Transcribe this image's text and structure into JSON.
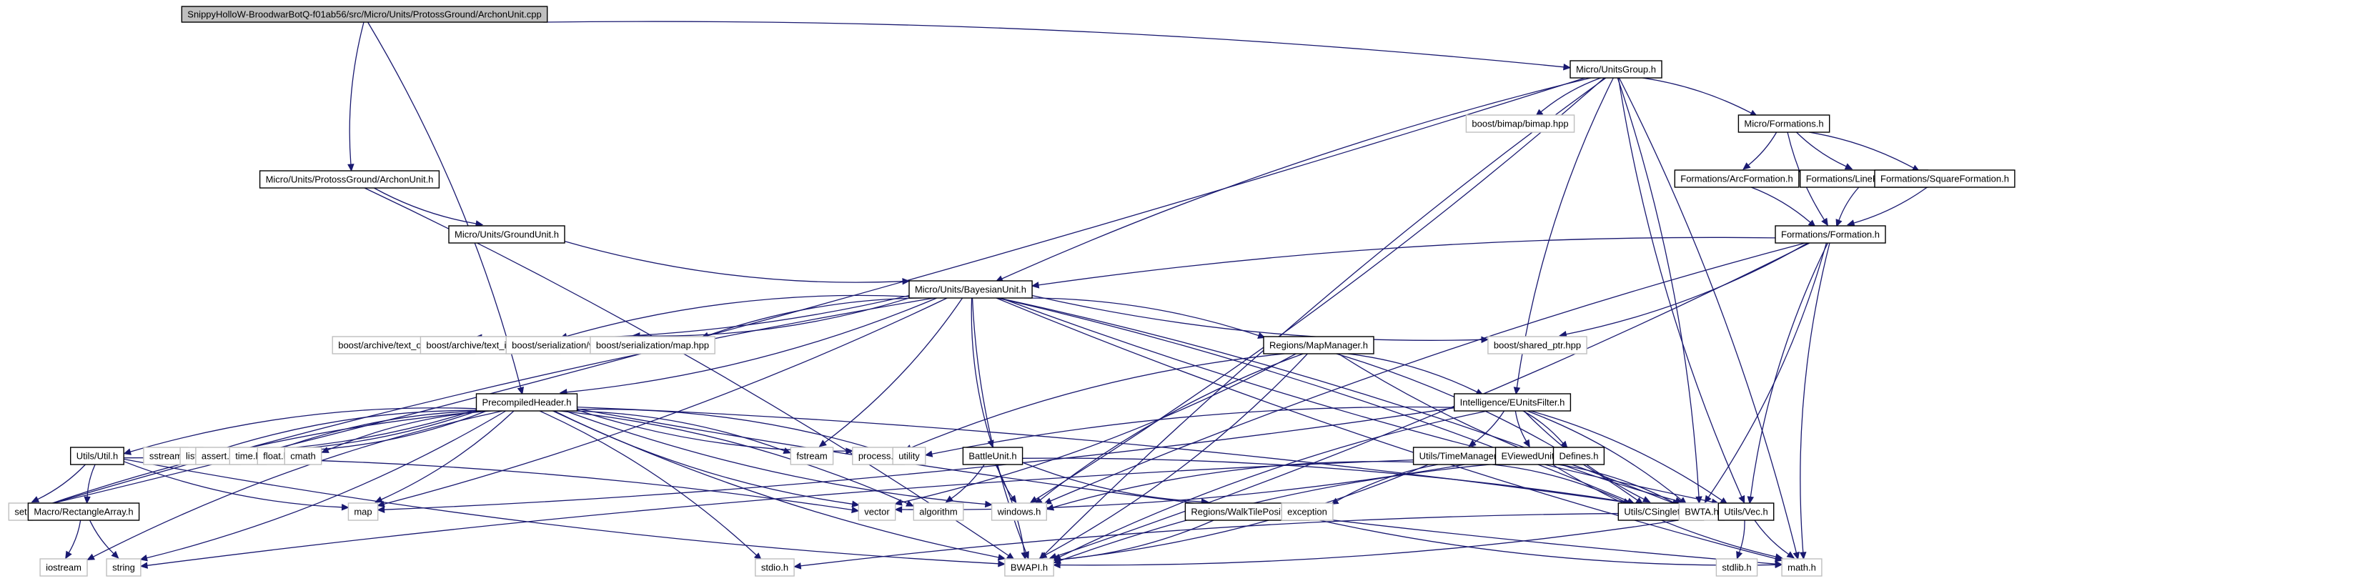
{
  "title": "Include dependency graph for ArchonUnit.cpp",
  "colors": {
    "edge": "#191970",
    "root_fill": "#bfbfbf",
    "project_border": "#000000",
    "external_border": "#bfbfbf"
  },
  "nodes": [
    {
      "id": "root",
      "label": "SnippyHolloW-BroodwarBotQ-f01ab56/src/Micro/Units/ProtossGround/ArchonUnit.cpp",
      "kind": "root"
    },
    {
      "id": "unitsgroup",
      "label": "Micro/UnitsGroup.h",
      "kind": "project"
    },
    {
      "id": "archonh",
      "label": "Micro/Units/ProtossGround/ArchonUnit.h",
      "kind": "project"
    },
    {
      "id": "bimap",
      "label": "boost/bimap/bimap.hpp",
      "kind": "external"
    },
    {
      "id": "formations",
      "label": "Micro/Formations.h",
      "kind": "project"
    },
    {
      "id": "groundunit",
      "label": "Micro/Units/GroundUnit.h",
      "kind": "project"
    },
    {
      "id": "arcform",
      "label": "Formations/ArcFormation.h",
      "kind": "project"
    },
    {
      "id": "lineform",
      "label": "Formations/LineFormation.h",
      "kind": "project"
    },
    {
      "id": "squareform",
      "label": "Formations/SquareFormation.h",
      "kind": "project"
    },
    {
      "id": "formation",
      "label": "Formations/Formation.h",
      "kind": "project"
    },
    {
      "id": "bayesian",
      "label": "Micro/Units/BayesianUnit.h",
      "kind": "project"
    },
    {
      "id": "oarchive",
      "label": "boost/archive/text_oarchive.hpp",
      "kind": "external"
    },
    {
      "id": "iarchive",
      "label": "boost/archive/text_iarchive.hpp",
      "kind": "external"
    },
    {
      "id": "servector",
      "label": "boost/serialization/vector.hpp",
      "kind": "external"
    },
    {
      "id": "sermap",
      "label": "boost/serialization/map.hpp",
      "kind": "external"
    },
    {
      "id": "mapmanager",
      "label": "Regions/MapManager.h",
      "kind": "project"
    },
    {
      "id": "sharedptr",
      "label": "boost/shared_ptr.hpp",
      "kind": "external"
    },
    {
      "id": "precomp",
      "label": "PrecompiledHeader.h",
      "kind": "project"
    },
    {
      "id": "eunitsfilter",
      "label": "Intelligence/EUnitsFilter.h",
      "kind": "project"
    },
    {
      "id": "utilsutil",
      "label": "Utils/Util.h",
      "kind": "project"
    },
    {
      "id": "sstream",
      "label": "sstream",
      "kind": "external"
    },
    {
      "id": "list",
      "label": "list",
      "kind": "external"
    },
    {
      "id": "asserth",
      "label": "assert.h",
      "kind": "external"
    },
    {
      "id": "timeh",
      "label": "time.h",
      "kind": "external"
    },
    {
      "id": "floath",
      "label": "float.h",
      "kind": "external"
    },
    {
      "id": "cmath",
      "label": "cmath",
      "kind": "external"
    },
    {
      "id": "fstream",
      "label": "fstream",
      "kind": "external"
    },
    {
      "id": "processh",
      "label": "process.h",
      "kind": "external"
    },
    {
      "id": "utility",
      "label": "utility",
      "kind": "external"
    },
    {
      "id": "battleunit",
      "label": "BattleUnit.h",
      "kind": "project"
    },
    {
      "id": "timemanager",
      "label": "Utils/TimeManager.h",
      "kind": "project"
    },
    {
      "id": "eviewedunit",
      "label": "EViewedUnit.h",
      "kind": "project"
    },
    {
      "id": "definesh",
      "label": "Defines.h",
      "kind": "project"
    },
    {
      "id": "set",
      "label": "set",
      "kind": "external"
    },
    {
      "id": "rectarray",
      "label": "Macro/RectangleArray.h",
      "kind": "project"
    },
    {
      "id": "map",
      "label": "map",
      "kind": "external"
    },
    {
      "id": "vector",
      "label": "vector",
      "kind": "external"
    },
    {
      "id": "algorithm",
      "label": "algorithm",
      "kind": "external"
    },
    {
      "id": "windowsh",
      "label": "windows.h",
      "kind": "external"
    },
    {
      "id": "walktile",
      "label": "Regions/WalkTilePosition.h",
      "kind": "project"
    },
    {
      "id": "exception",
      "label": "exception",
      "kind": "external"
    },
    {
      "id": "csingleton",
      "label": "Utils/CSingleton.h",
      "kind": "project"
    },
    {
      "id": "bwtah",
      "label": "BWTA.h",
      "kind": "external"
    },
    {
      "id": "utilsvec",
      "label": "Utils/Vec.h",
      "kind": "project"
    },
    {
      "id": "iostream",
      "label": "iostream",
      "kind": "external"
    },
    {
      "id": "string",
      "label": "string",
      "kind": "external"
    },
    {
      "id": "stdioh",
      "label": "stdio.h",
      "kind": "external"
    },
    {
      "id": "bwapih",
      "label": "BWAPI.h",
      "kind": "external"
    },
    {
      "id": "stdlibh",
      "label": "stdlib.h",
      "kind": "external"
    },
    {
      "id": "mathh",
      "label": "math.h",
      "kind": "external"
    }
  ],
  "edges": [
    [
      "root",
      "unitsgroup"
    ],
    [
      "root",
      "archonh"
    ],
    [
      "root",
      "precomp"
    ],
    [
      "unitsgroup",
      "bimap"
    ],
    [
      "unitsgroup",
      "formations"
    ],
    [
      "unitsgroup",
      "bayesian"
    ],
    [
      "unitsgroup",
      "set"
    ],
    [
      "unitsgroup",
      "bwapih"
    ],
    [
      "unitsgroup",
      "windowsh"
    ],
    [
      "unitsgroup",
      "eunitsfilter"
    ],
    [
      "unitsgroup",
      "bwtah"
    ],
    [
      "unitsgroup",
      "utilsvec"
    ],
    [
      "unitsgroup",
      "mathh"
    ],
    [
      "archonh",
      "groundunit"
    ],
    [
      "archonh",
      "bwapih"
    ],
    [
      "groundunit",
      "bayesian"
    ],
    [
      "formations",
      "arcform"
    ],
    [
      "formations",
      "lineform"
    ],
    [
      "formations",
      "squareform"
    ],
    [
      "formations",
      "formation"
    ],
    [
      "arcform",
      "formation"
    ],
    [
      "lineform",
      "formation"
    ],
    [
      "squareform",
      "formation"
    ],
    [
      "formation",
      "bayesian"
    ],
    [
      "formation",
      "sharedptr"
    ],
    [
      "formation",
      "windowsh"
    ],
    [
      "formation",
      "bwtah"
    ],
    [
      "formation",
      "utilsvec"
    ],
    [
      "formation",
      "bwapih"
    ],
    [
      "formation",
      "mathh"
    ],
    [
      "bayesian",
      "oarchive"
    ],
    [
      "bayesian",
      "iarchive"
    ],
    [
      "bayesian",
      "servector"
    ],
    [
      "bayesian",
      "sermap"
    ],
    [
      "bayesian",
      "mapmanager"
    ],
    [
      "bayesian",
      "sharedptr"
    ],
    [
      "bayesian",
      "precomp"
    ],
    [
      "bayesian",
      "battleunit"
    ],
    [
      "bayesian",
      "fstream"
    ],
    [
      "bayesian",
      "set"
    ],
    [
      "bayesian",
      "map"
    ],
    [
      "bayesian",
      "bwapih"
    ],
    [
      "bayesian",
      "bwtah"
    ],
    [
      "bayesian",
      "utilsvec"
    ],
    [
      "bayesian",
      "csingleton"
    ],
    [
      "bayesian",
      "mathh"
    ],
    [
      "mapmanager",
      "eunitsfilter"
    ],
    [
      "mapmanager",
      "processh"
    ],
    [
      "mapmanager",
      "vector"
    ],
    [
      "mapmanager",
      "windowsh"
    ],
    [
      "mapmanager",
      "bwapih"
    ],
    [
      "mapmanager",
      "bwtah"
    ],
    [
      "mapmanager",
      "csingleton"
    ],
    [
      "precomp",
      "utilsutil"
    ],
    [
      "precomp",
      "sstream"
    ],
    [
      "precomp",
      "list"
    ],
    [
      "precomp",
      "asserth"
    ],
    [
      "precomp",
      "timeh"
    ],
    [
      "precomp",
      "floath"
    ],
    [
      "precomp",
      "cmath"
    ],
    [
      "precomp",
      "fstream"
    ],
    [
      "precomp",
      "processh"
    ],
    [
      "precomp",
      "utility"
    ],
    [
      "precomp",
      "set"
    ],
    [
      "precomp",
      "map"
    ],
    [
      "precomp",
      "vector"
    ],
    [
      "precomp",
      "algorithm"
    ],
    [
      "precomp",
      "windowsh"
    ],
    [
      "precomp",
      "string"
    ],
    [
      "precomp",
      "iostream"
    ],
    [
      "precomp",
      "stdioh"
    ],
    [
      "precomp",
      "bwapih"
    ],
    [
      "precomp",
      "bwtah"
    ],
    [
      "precomp",
      "mathh"
    ],
    [
      "eunitsfilter",
      "timemanager"
    ],
    [
      "eunitsfilter",
      "eviewedunit"
    ],
    [
      "eunitsfilter",
      "definesh"
    ],
    [
      "eunitsfilter",
      "utility"
    ],
    [
      "eunitsfilter",
      "map"
    ],
    [
      "eunitsfilter",
      "bwapih"
    ],
    [
      "eunitsfilter",
      "bwtah"
    ],
    [
      "eunitsfilter",
      "csingleton"
    ],
    [
      "eunitsfilter",
      "utilsvec"
    ],
    [
      "utilsutil",
      "rectarray"
    ],
    [
      "utilsutil",
      "set"
    ],
    [
      "utilsutil",
      "map"
    ],
    [
      "utilsutil",
      "vector"
    ],
    [
      "utilsutil",
      "bwapih"
    ],
    [
      "rectarray",
      "iostream"
    ],
    [
      "rectarray",
      "string"
    ],
    [
      "battleunit",
      "algorithm"
    ],
    [
      "battleunit",
      "windowsh"
    ],
    [
      "battleunit",
      "bwapih"
    ],
    [
      "battleunit",
      "walktile"
    ],
    [
      "battleunit",
      "bwtah"
    ],
    [
      "timemanager",
      "windowsh"
    ],
    [
      "timemanager",
      "bwapih"
    ],
    [
      "timemanager",
      "exception"
    ],
    [
      "timemanager",
      "csingleton"
    ],
    [
      "timemanager",
      "string"
    ],
    [
      "eviewedunit",
      "vector"
    ],
    [
      "eviewedunit",
      "bwapih"
    ],
    [
      "eviewedunit",
      "bwtah"
    ],
    [
      "eviewedunit",
      "mathh"
    ],
    [
      "walktile",
      "bwapih"
    ],
    [
      "walktile",
      "mathh"
    ],
    [
      "utilsvec",
      "stdlibh"
    ],
    [
      "utilsvec",
      "mathh"
    ],
    [
      "utilsvec",
      "bwapih"
    ],
    [
      "utilsvec",
      "stdioh"
    ]
  ]
}
